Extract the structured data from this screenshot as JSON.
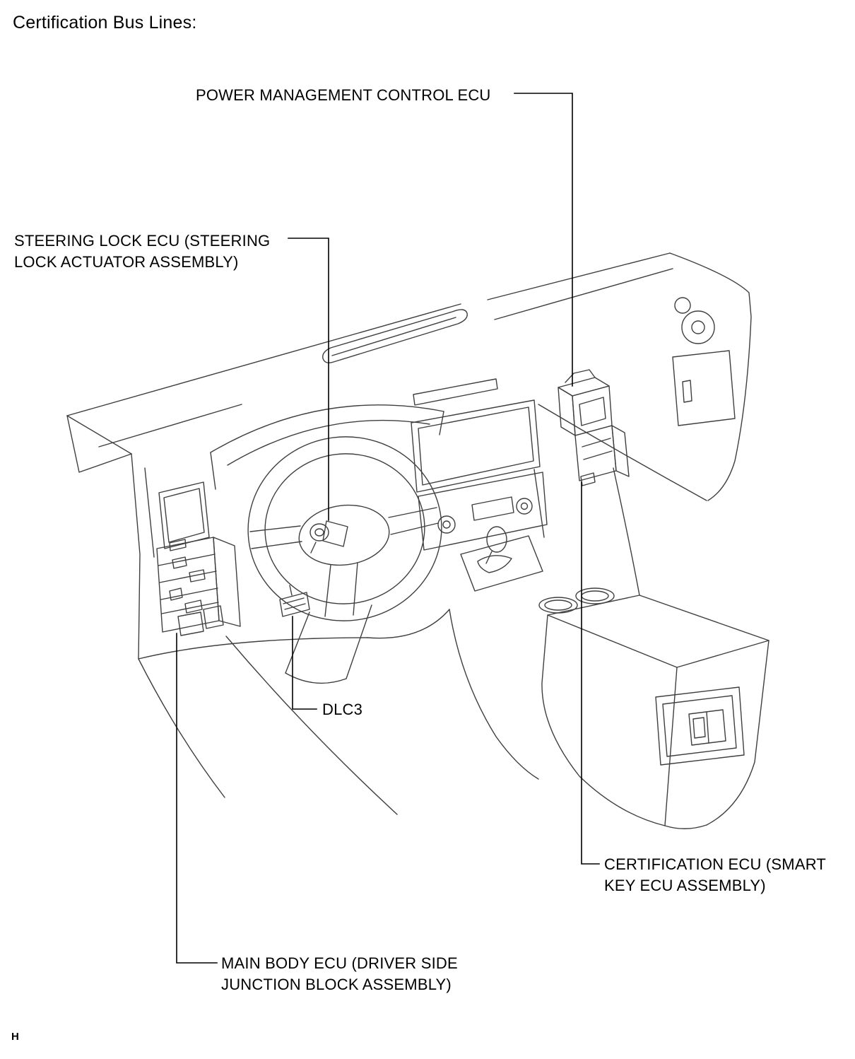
{
  "title": "Certification Bus Lines:",
  "footer_mark": "H",
  "ink_color": "#3f3f3f",
  "leader_color": "#000000",
  "labels": {
    "power_management_ecu": "POWER MANAGEMENT CONTROL ECU",
    "steering_lock_ecu": "STEERING LOCK ECU (STEERING\nLOCK ACTUATOR ASSEMBLY)",
    "dlc3": "DLC3",
    "certification_ecu": "CERTIFICATION ECU (SMART\nKEY ECU ASSEMBLY)",
    "main_body_ecu": "MAIN BODY ECU (DRIVER SIDE\nJUNCTION BLOCK ASSEMBLY)"
  }
}
